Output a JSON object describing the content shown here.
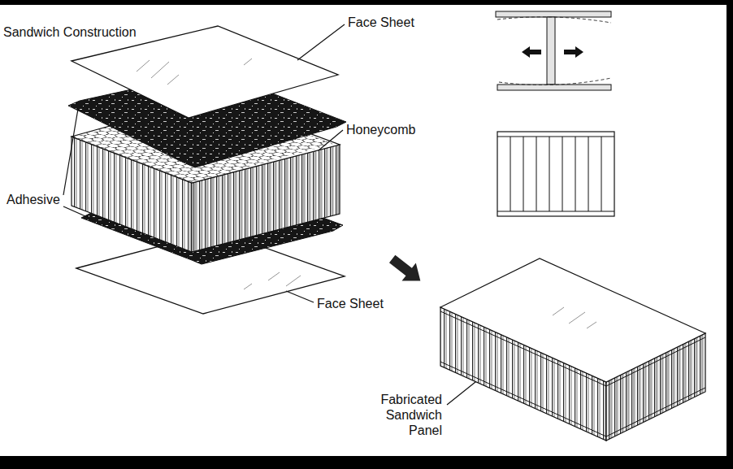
{
  "diagram": {
    "title": "Sandwich Construction",
    "labels": [
      "Face Sheet",
      "Honeycomb",
      "Adhesive",
      "Face Sheet",
      "Fabricated Sandwich Panel"
    ]
  }
}
